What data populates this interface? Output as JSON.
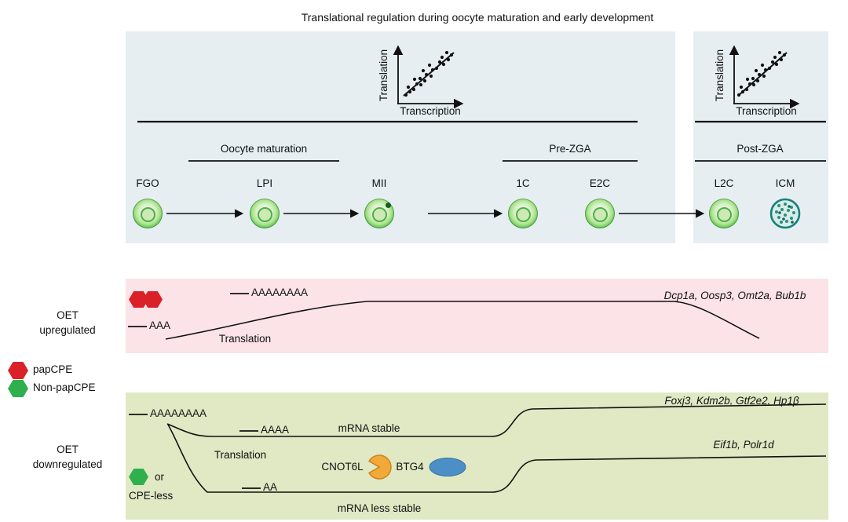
{
  "title": "Translational regulation during oocyte maturation and early development",
  "top": {
    "scatter": {
      "y_label": "Translation",
      "x_label": "Transcription"
    },
    "phases": [
      {
        "label": "Oocyte maturation"
      },
      {
        "label": "Pre-ZGA"
      },
      {
        "label": "Post-ZGA"
      }
    ],
    "stages": [
      {
        "label": "FGO"
      },
      {
        "label": "LPI"
      },
      {
        "label": "MII"
      },
      {
        "label": "1C"
      },
      {
        "label": "E2C"
      },
      {
        "label": "L2C"
      },
      {
        "label": "ICM"
      }
    ]
  },
  "up": {
    "side1": "OET",
    "side2": "upregulated",
    "polya_short": "AAA",
    "polya_long": "AAAAAAAA",
    "translation": "Translation",
    "genes": "Dcp1a, Oosp3, Omt2a, Bub1b"
  },
  "legend": {
    "papcpe": "papCPE",
    "nonpapcpe": "Non-papCPE"
  },
  "down": {
    "side1": "OET",
    "side2": "downregulated",
    "polya_long": "AAAAAAAA",
    "polya_mid": "AAAA",
    "polya_short": "AA",
    "translation": "Translation",
    "mrna_stable": "mRNA stable",
    "mrna_less_stable": "mRNA less stable",
    "cnot6l": "CNOT6L",
    "btg4": "BTG4",
    "or": "or",
    "cpe_less": "CPE-less",
    "genes_stable": "Foxj3, Kdm2b, Gtf2e2, Hp1β",
    "genes_less": "Eif1b, Polr1d"
  },
  "colors": {
    "panel_blue": "#e6eef2",
    "panel_pink": "#fbe3e8",
    "panel_green": "#e0e8c4",
    "papcpe_red": "#da2128",
    "nonpapcpe_green": "#2fb04d",
    "cnot6l_orange": "#f3a83a",
    "btg4_blue": "#4b8fc6",
    "cell_green": "#2f9c3c",
    "icm_teal": "#17807b"
  }
}
